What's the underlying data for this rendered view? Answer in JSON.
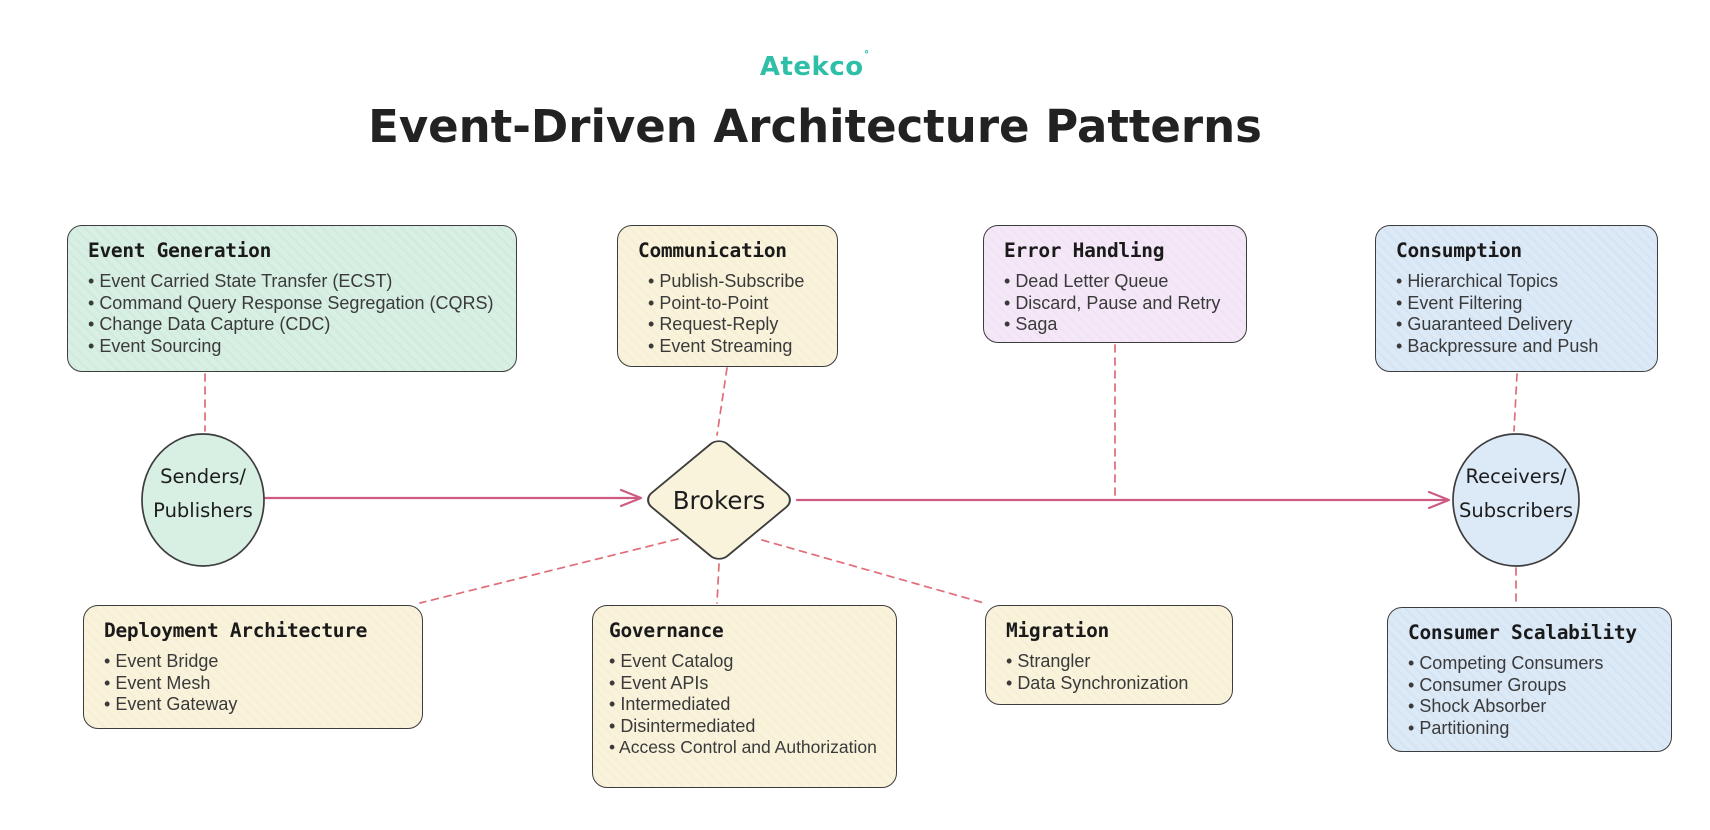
{
  "logo": {
    "text": "Atekco",
    "mark": "˚"
  },
  "title": "Event-Driven Architecture Patterns",
  "colors": {
    "background": "#ffffff",
    "mint": "#d8efe3",
    "cream": "#faf3dc",
    "lavender": "#f4e7f7",
    "blue": "#dce9f7",
    "border": "#3d3d3d",
    "ink_title": "#1a1a1a",
    "ink_body": "#3a3a3a",
    "teal": "#2fbfa8",
    "arrow_solid": "#ce5b82",
    "arrow_dashed": "#e06d77"
  },
  "cards": {
    "event_generation": {
      "title": "Event Generation",
      "items": [
        "Event Carried State Transfer (ECST)",
        "Command Query Response Segregation (CQRS)",
        "Change Data Capture (CDC)",
        "Event Sourcing"
      ]
    },
    "communication": {
      "title": "Communication",
      "items": [
        "Publish-Subscribe",
        "Point-to-Point",
        "Request-Reply",
        "Event Streaming"
      ]
    },
    "error_handling": {
      "title": "Error Handling",
      "items": [
        "Dead Letter Queue",
        "Discard, Pause and Retry",
        "Saga"
      ]
    },
    "consumption": {
      "title": "Consumption",
      "items": [
        "Hierarchical Topics",
        "Event Filtering",
        "Guaranteed Delivery",
        "Backpressure and Push"
      ]
    },
    "deployment_architecture": {
      "title": "Deployment Architecture",
      "items": [
        "Event Bridge",
        "Event Mesh",
        "Event Gateway"
      ]
    },
    "governance": {
      "title": "Governance",
      "items": [
        "Event Catalog",
        "Event APIs",
        "Intermediated",
        "Disintermediated",
        "Access Control and Authorization"
      ]
    },
    "migration": {
      "title": "Migration",
      "items": [
        "Strangler",
        "Data Synchronization"
      ]
    },
    "consumer_scalability": {
      "title": "Consumer Scalability",
      "items": [
        "Competing Consumers",
        "Consumer Groups",
        "Shock Absorber",
        "Partitioning"
      ]
    }
  },
  "nodes": {
    "senders": {
      "line1": "Senders/",
      "line2": "Publishers"
    },
    "brokers": {
      "label": "Brokers"
    },
    "receivers": {
      "line1": "Receivers/",
      "line2": "Subscribers"
    }
  }
}
